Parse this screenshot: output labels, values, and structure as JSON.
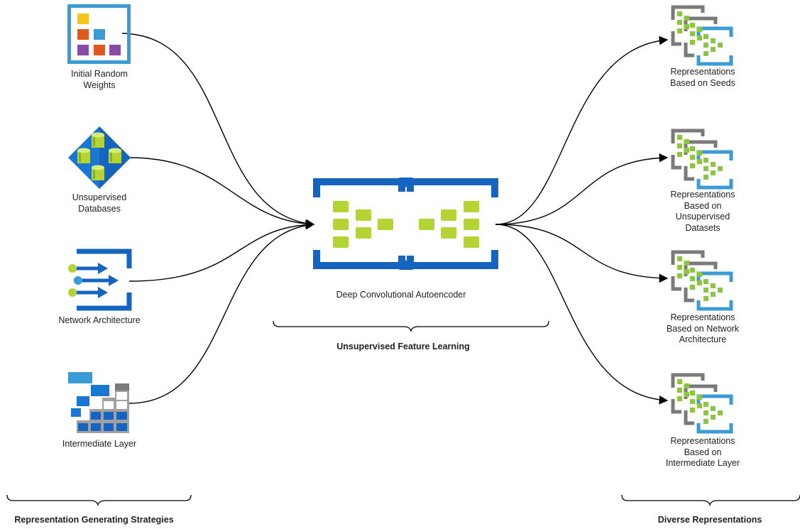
{
  "inputs": [
    {
      "label": "Initial Random\nWeights",
      "icon": "random-weights-icon"
    },
    {
      "label": "Unsupervised\nDatabases",
      "icon": "database-icon"
    },
    {
      "label": "Network Architecture",
      "icon": "network-architecture-icon"
    },
    {
      "label": "Intermediate Layer",
      "icon": "intermediate-layer-icon"
    }
  ],
  "center": {
    "label": "Deep Convolutional Autoencoder",
    "brace_label": "Unsupervised Feature Learning",
    "icon": "autoencoder-icon"
  },
  "outputs": [
    {
      "label": "Representations\nBased on Seeds",
      "icon": "representation-icon"
    },
    {
      "label": "Representations\nBased on\nUnsupervised\nDatasets",
      "icon": "representation-icon"
    },
    {
      "label": "Representations\nBased on Network\nArchitecture",
      "icon": "representation-icon"
    },
    {
      "label": "Representations\nBased on\nIntermediate Layer",
      "icon": "representation-icon"
    }
  ],
  "groups": {
    "left": "Representation Generating Strategies",
    "right": "Diverse Representations"
  },
  "colors": {
    "blue": "#1565c0",
    "light_blue": "#3a9bd5",
    "green": "#b4d433",
    "gray": "#7a7a7a",
    "yellow": "#f5c518",
    "orange": "#e0581c",
    "purple": "#8a4aa8"
  }
}
